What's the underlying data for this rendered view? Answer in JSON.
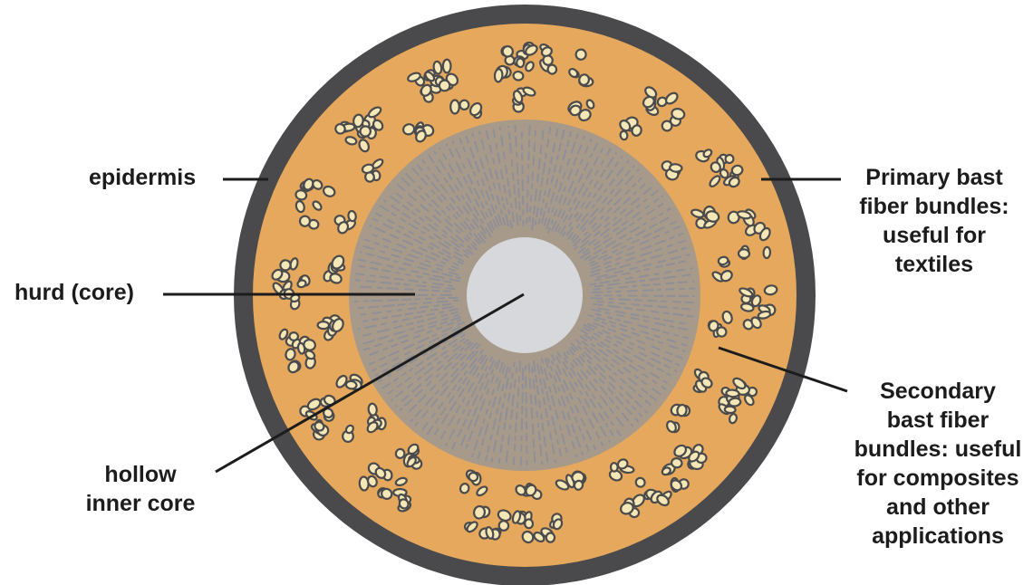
{
  "labels": {
    "epidermis": "epidermis",
    "hurd": "hurd (core)",
    "hollow": [
      "hollow",
      "inner core"
    ],
    "primary": [
      "Primary bast",
      "fiber bundles:",
      "useful for",
      "textiles"
    ],
    "secondary": [
      "Secondary",
      "bast fiber",
      "bundles: useful",
      "for composites",
      "and other",
      "applications"
    ]
  },
  "colors": {
    "epidermis": "#4a4a4c",
    "bast_tissue": "#e6a85c",
    "hurd": "#a79a8a",
    "hurd_streaks": "#8f8f98",
    "hollow_core": "#d7d8db",
    "fiber_cell": "#f4e6b5",
    "fiber_outline": "#4a4a4c",
    "leader_line": "#1c1c1c",
    "text": "#1c1c1c"
  }
}
